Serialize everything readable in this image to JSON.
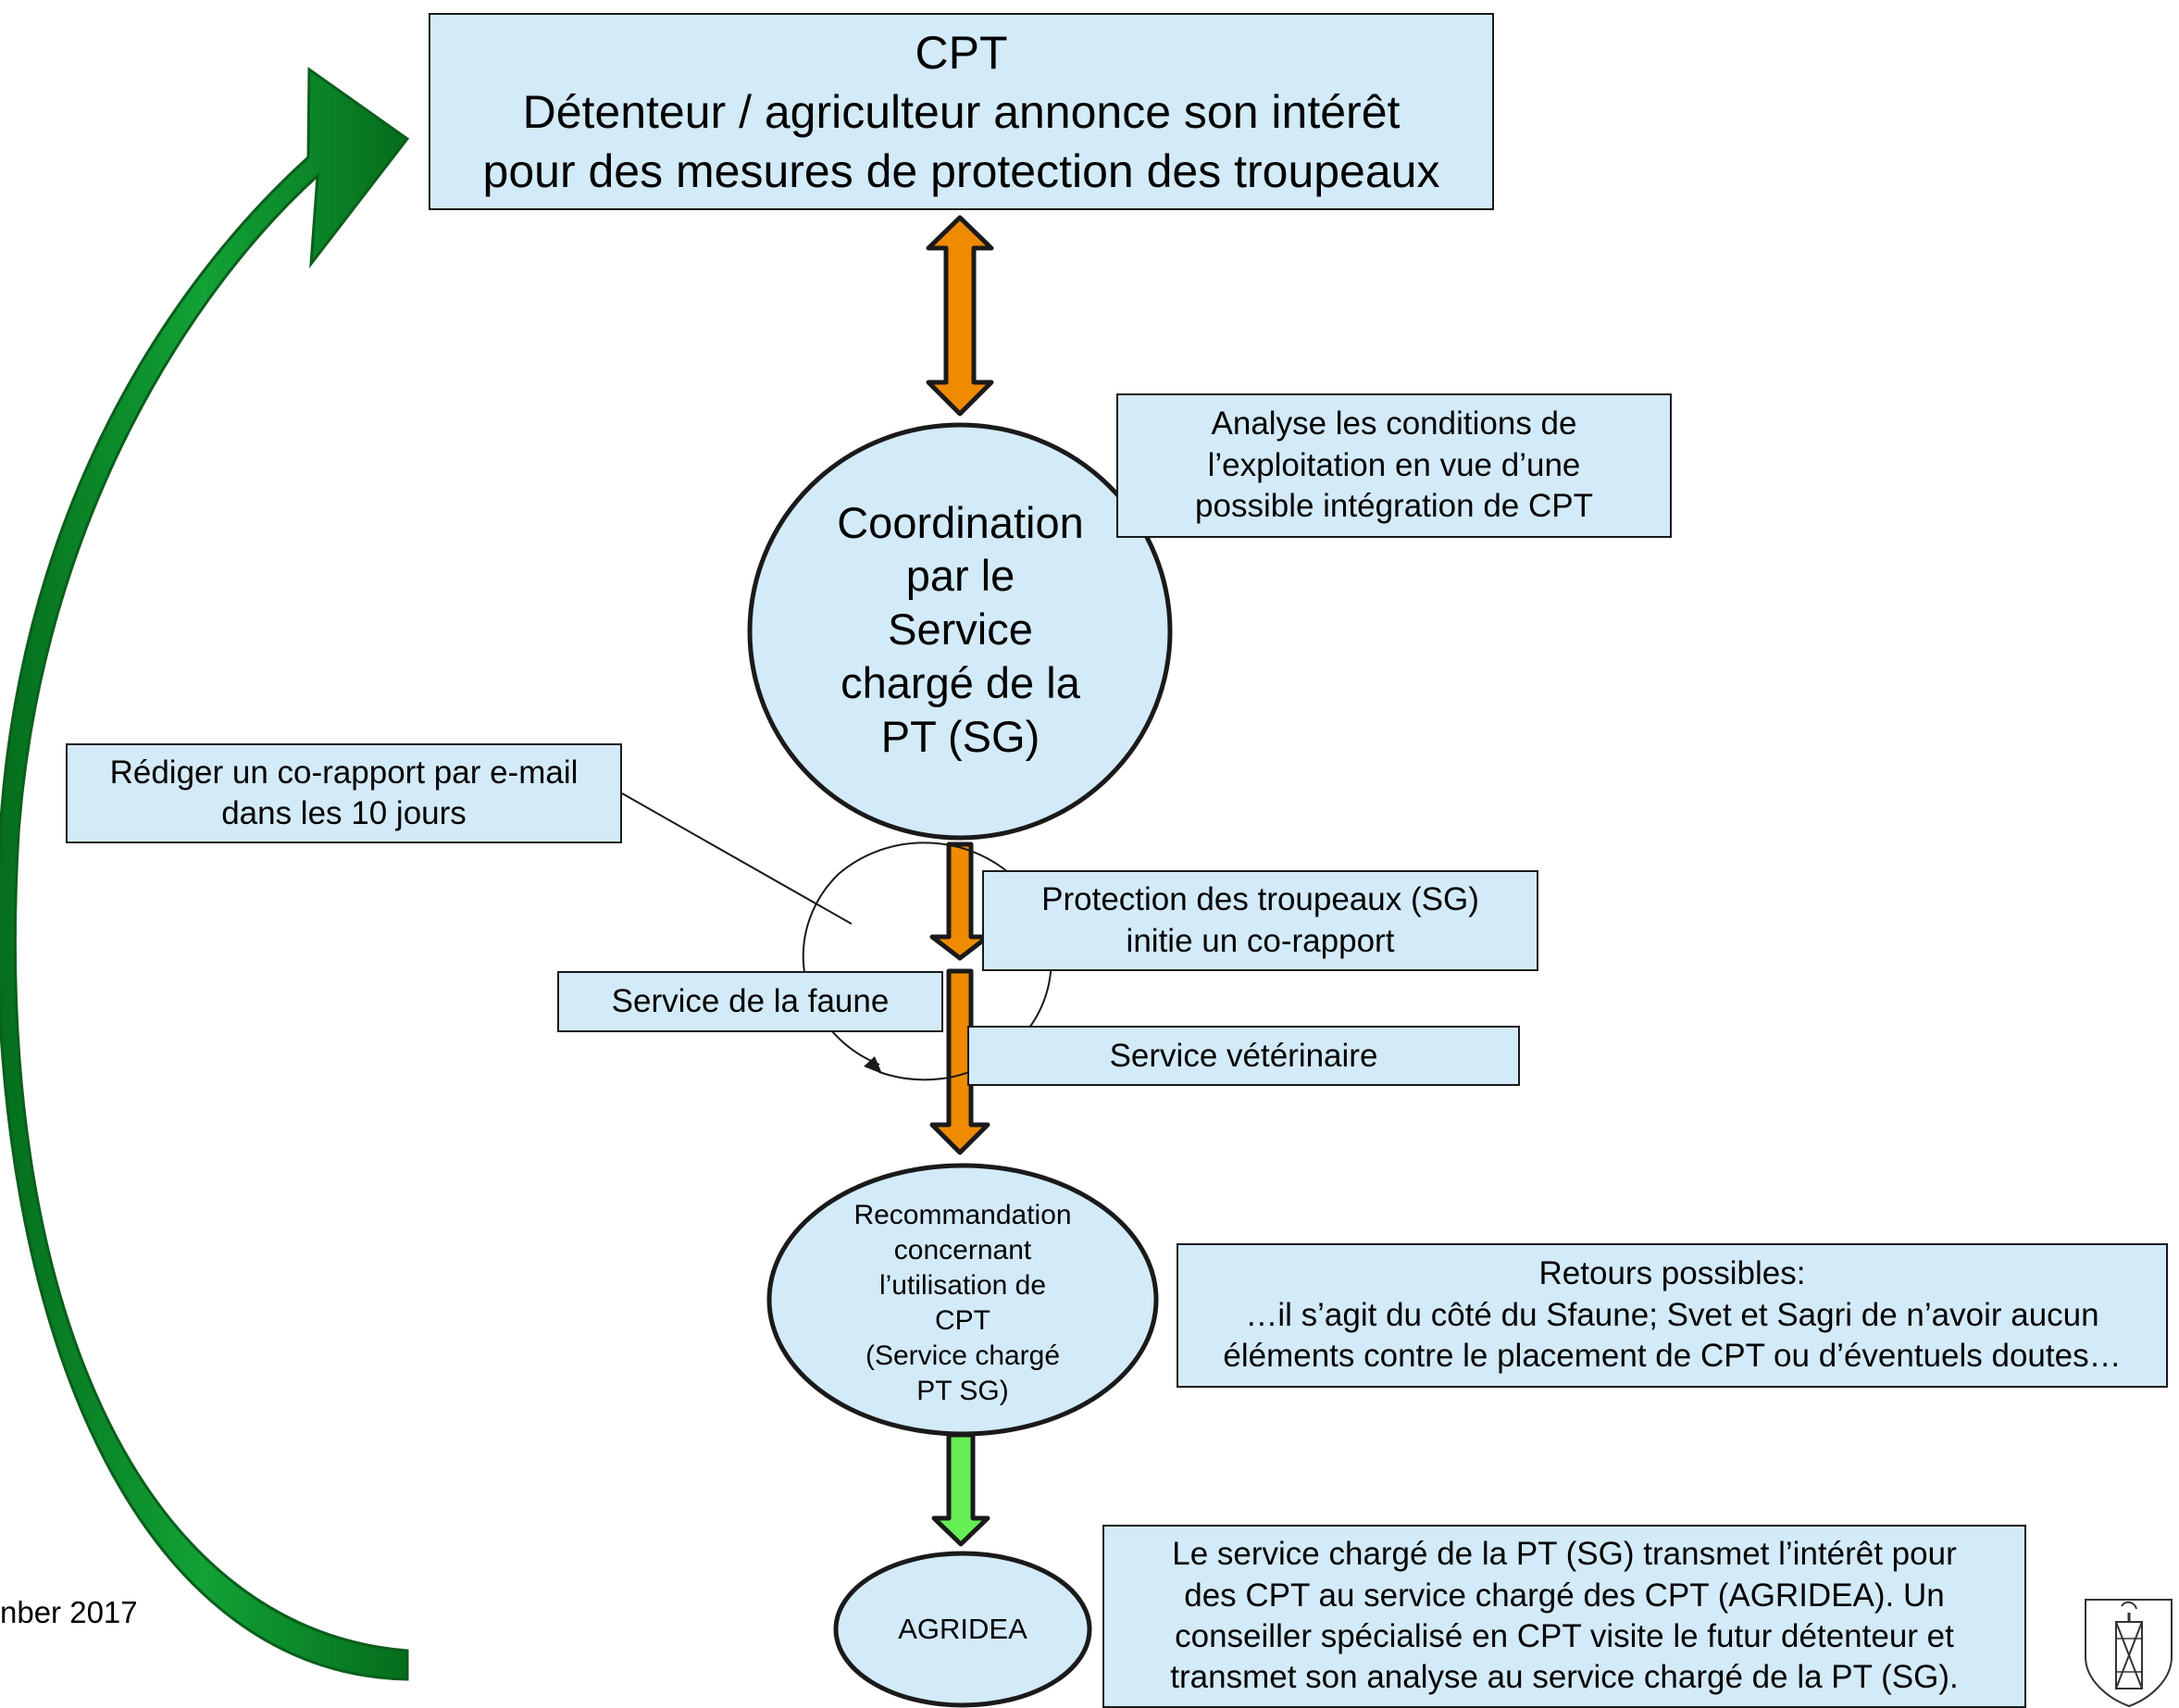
{
  "header_box": {
    "line1": "CPT",
    "line2": "Détenteur / agriculteur annonce son intérêt",
    "line3": "pour des mesures de protection des troupeaux"
  },
  "analyse_box": {
    "line1": "Analyse les conditions de",
    "line2": "l’exploitation en vue d’une",
    "line3": "possible intégration de CPT"
  },
  "coordination_node": {
    "line1": "Coordination",
    "line2": "par le",
    "line3": "Service",
    "line4": "chargé de la",
    "line5": "PT (SG)"
  },
  "corapport_email_box": {
    "line1": "Rédiger un co-rapport par e-mail",
    "line2": "dans les 10 jours"
  },
  "protection_box": {
    "line1": "Protection des troupeaux (SG)",
    "line2": "initie un co-rapport"
  },
  "faune_box": {
    "label": "Service de la faune"
  },
  "veterinaire_box": {
    "label": "Service vétérinaire"
  },
  "recommandation_node": {
    "line1": "Recommandation",
    "line2": "concernant",
    "line3": "l’utilisation de",
    "line4": "CPT",
    "line5": "(Service chargé",
    "line6": "PT SG)"
  },
  "retours_box": {
    "line1": "Retours possibles:",
    "line2": "…il s’agit du côté du Sfaune; Svet et Sagri de n’avoir aucun",
    "line3": "éléments contre le placement de CPT ou d’éventuels doutes…"
  },
  "agridea_node": {
    "label": "AGRIDEA"
  },
  "transmet_box": {
    "line1": "Le service chargé de la PT (SG) transmet l’intérêt pour",
    "line2": "des CPT au service chargé des CPT (AGRIDEA). Un",
    "line3": "conseiller spécialisé en CPT visite le futur détenteur et",
    "line4": "transmet son analyse au service chargé de la PT (SG)."
  },
  "footer": {
    "date_fragment": "nber 2017"
  },
  "colors": {
    "box_fill": "#d3eaf8",
    "orange_arrow": "#f08a00",
    "green_arrow": "#66ee55",
    "return_arrow": "#0b8a25",
    "outline": "#1a1a1a"
  },
  "icons": {
    "coat_of_arms": "st-gallen-coat-of-arms-icon"
  }
}
